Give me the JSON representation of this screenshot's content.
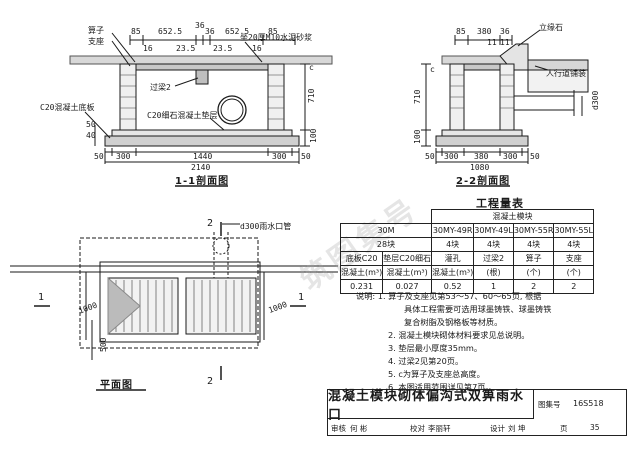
{
  "section11": {
    "caption": "1-1剖面图",
    "label_grate": "算子",
    "label_seat": "支座",
    "label_mortar": "坐20厚M10水泥砂浆",
    "label_lintel": "过梁2",
    "label_cushion": "C20细石混凝土垫层",
    "label_base": "C20混凝土底板",
    "top_dims": [
      "85",
      "652.5",
      "36",
      "36",
      "652.5",
      "85"
    ],
    "top_dims2": [
      "16",
      "23.5",
      "23.5",
      "16"
    ],
    "v_dims": [
      "710",
      "100"
    ],
    "v_small": [
      "50",
      "40"
    ],
    "bottom_dims": [
      "50",
      "300",
      "1440",
      "300",
      "50"
    ],
    "total": "2140",
    "c_label": "c"
  },
  "section22": {
    "caption": "2-2剖面图",
    "label_curb": "立缘石",
    "label_paving": "人行道铺装",
    "top_dims": [
      "85",
      "380",
      "36"
    ],
    "top_dims2": [
      "11",
      "11"
    ],
    "v_dims": [
      "710",
      "100"
    ],
    "pipe": "d300",
    "bottom_dims": [
      "50",
      "300",
      "380",
      "300",
      "50"
    ],
    "total": "1080",
    "c_label": "c"
  },
  "plan": {
    "caption": "平面图",
    "pipe_label": "d300雨水口管",
    "cut1": "1",
    "cut2": "2",
    "dims": [
      "1000",
      "1000",
      "500"
    ]
  },
  "table": {
    "title": "工程量表",
    "header_group": "混凝土模块",
    "cols": [
      "30M",
      "30MY-49R",
      "30MY-49L",
      "30MY-55R",
      "30MY-55L"
    ],
    "counts": [
      "28块",
      "4块",
      "4块",
      "4块"
    ],
    "row3": [
      "底板C20",
      "垫层C20细石",
      "灌孔",
      "过梁2",
      "算子",
      "支座"
    ],
    "row4": [
      "混凝土(m³)",
      "混凝土(m³)",
      "混凝土(m³)",
      "(根)",
      "(个)",
      "(个)"
    ],
    "row5": [
      "0.231",
      "0.027",
      "0.52",
      "1",
      "2",
      "2"
    ]
  },
  "notes": [
    "说明: 1. 算子及支座见第53～57、60～65页, 根据",
    "具体工程需要可选用球墨铸铁、球墨铸铁",
    "复合树脂及钢格板等材质。",
    "2. 混凝土模块砌体材料要求见总说明。",
    "3. 垫层最小厚度35mm。",
    "4. 过梁2见第20页。",
    "5. c为算子及支座总高度。",
    "6. 本图适用范围详见第7页。"
  ],
  "titleblock": {
    "title": "混凝土模块砌体偏沟式双箅雨水口",
    "atlas_label": "图集号",
    "atlas_no": "16S518",
    "review": "审核",
    "review_name": "何 彬",
    "check": "校对",
    "check_name": "李丽轩",
    "design": "设计",
    "design_name": "刘 坤",
    "page_label": "页",
    "page_no": "35"
  },
  "watermark": "筑图集号"
}
